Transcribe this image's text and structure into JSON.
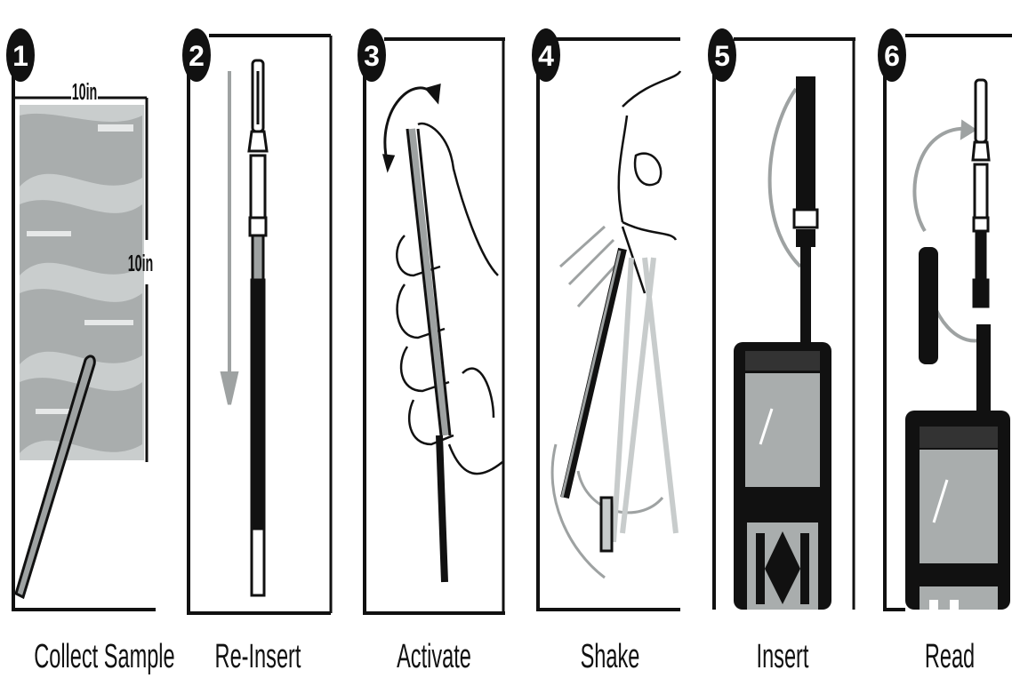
{
  "steps": [
    {
      "number": "1",
      "caption": "Collect Sample",
      "dim_width": "10in",
      "dim_height": "10in"
    },
    {
      "number": "2",
      "caption": "Re-Insert"
    },
    {
      "number": "3",
      "caption": "Activate"
    },
    {
      "number": "4",
      "caption": "Shake"
    },
    {
      "number": "5",
      "caption": "Insert"
    },
    {
      "number": "6",
      "caption": "Read"
    }
  ],
  "colors": {
    "ink": "#111111",
    "gray": "#9ea2a2",
    "light_gray": "#c8cccc",
    "panel_gray": "#a9adad"
  }
}
